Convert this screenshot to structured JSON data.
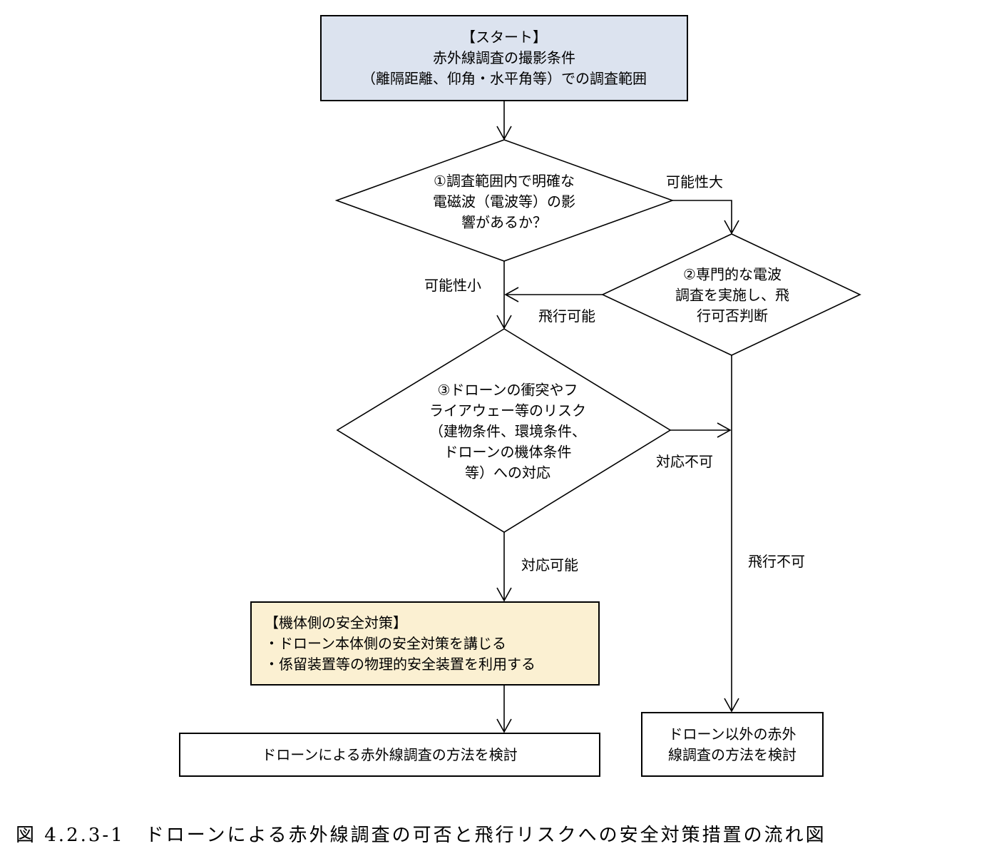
{
  "nodes": {
    "start": {
      "line1": "【スタート】",
      "line2": "赤外線調査の撮影条件",
      "line3": "（離隔距離、仰角・水平角等）での調査範囲"
    },
    "decision1": {
      "line1": "①調査範囲内で明確な",
      "line2": "電磁波（電波等）の影",
      "line3": "響があるか？"
    },
    "decision2": {
      "line1": "②専門的な電波",
      "line2": "調査を実施し、飛",
      "line3": "行可否判断"
    },
    "decision3": {
      "line1": "③ドローンの衝突やフ",
      "line2": "ライアウェー等のリスク",
      "line3": "（建物条件、環境条件、",
      "line4": "ドローンの機体条件",
      "line5": "等）への対応"
    },
    "safety": {
      "title": "【機体側の安全対策】",
      "item1": "・ドローン本体側の安全対策を講じる",
      "item2": "・係留装置等の物理的安全装置を利用する"
    },
    "result_drone": {
      "text": "ドローンによる赤外線調査の方法を検討"
    },
    "result_other": {
      "line1": "ドローン以外の赤外",
      "line2": "線調査の方法を検討"
    }
  },
  "edge_labels": {
    "high_possibility": "可能性大",
    "low_possibility": "可能性小",
    "flight_possible": "飛行可能",
    "not_manageable": "対応不可",
    "manageable": "対応可能",
    "flight_impossible": "飛行不可"
  },
  "colors": {
    "start_fill": "#dce3ef",
    "safety_fill": "#fbf0d2"
  },
  "caption": "図 4.2.3-1　ドローンによる赤外線調査の可否と飛行リスクへの安全対策措置の流れ図"
}
